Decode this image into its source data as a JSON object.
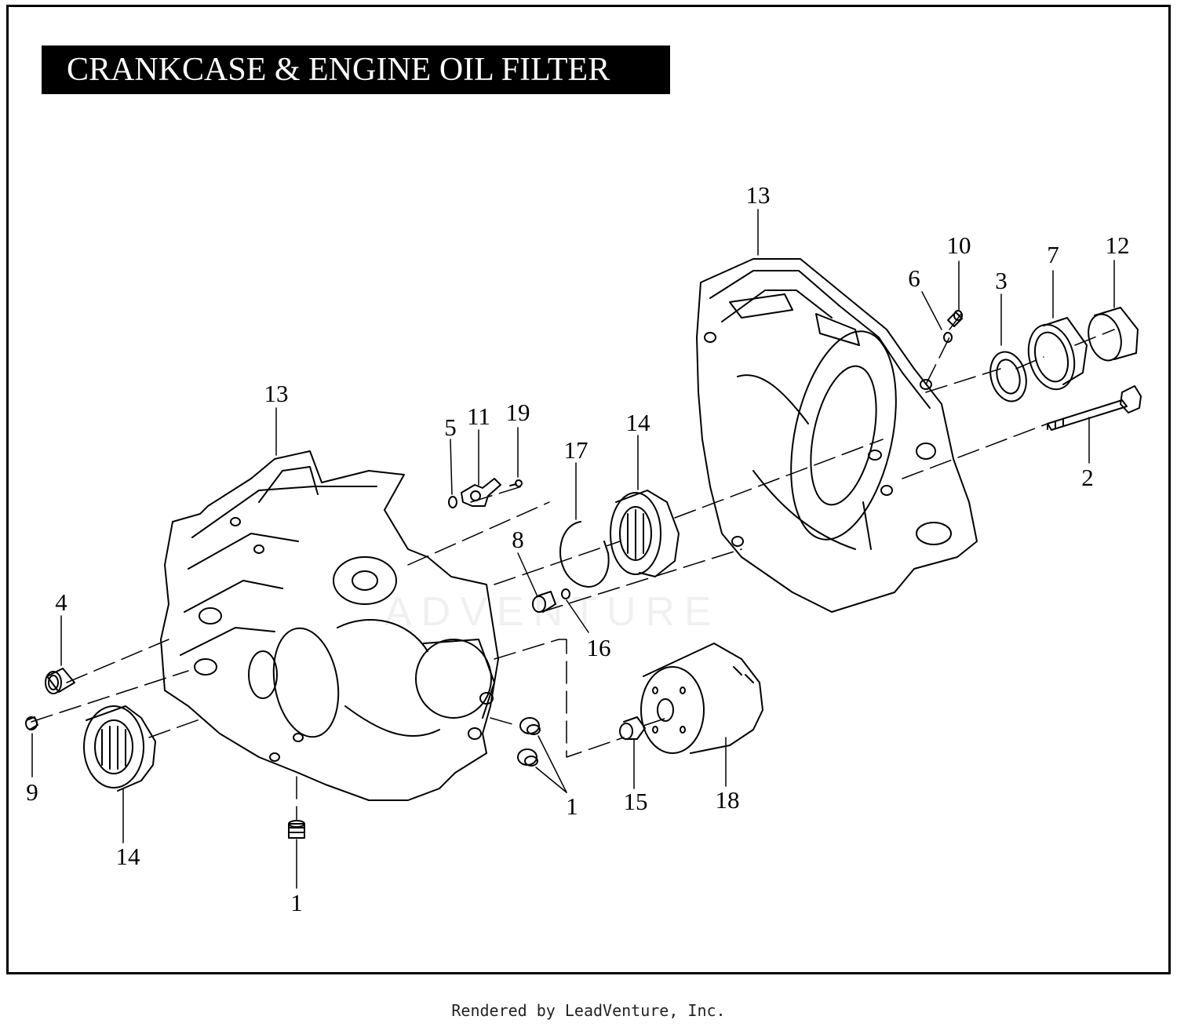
{
  "title": "CRANKCASE & ENGINE OIL FILTER",
  "footer": "Rendered by LeadVenture, Inc.",
  "watermark": "ADVENTURE",
  "callouts": {
    "c13_top": "13",
    "c10": "10",
    "c6": "6",
    "c3": "3",
    "c7": "7",
    "c12": "12",
    "c2": "2",
    "c13_left": "13",
    "c5": "5",
    "c11": "11",
    "c19": "19",
    "c17": "17",
    "c14_mid": "14",
    "c8": "8",
    "c16": "16",
    "c4": "4",
    "c9": "9",
    "c14_bottom": "14",
    "c1_right": "1",
    "c1_bottom": "1",
    "c15": "15",
    "c18": "18"
  }
}
